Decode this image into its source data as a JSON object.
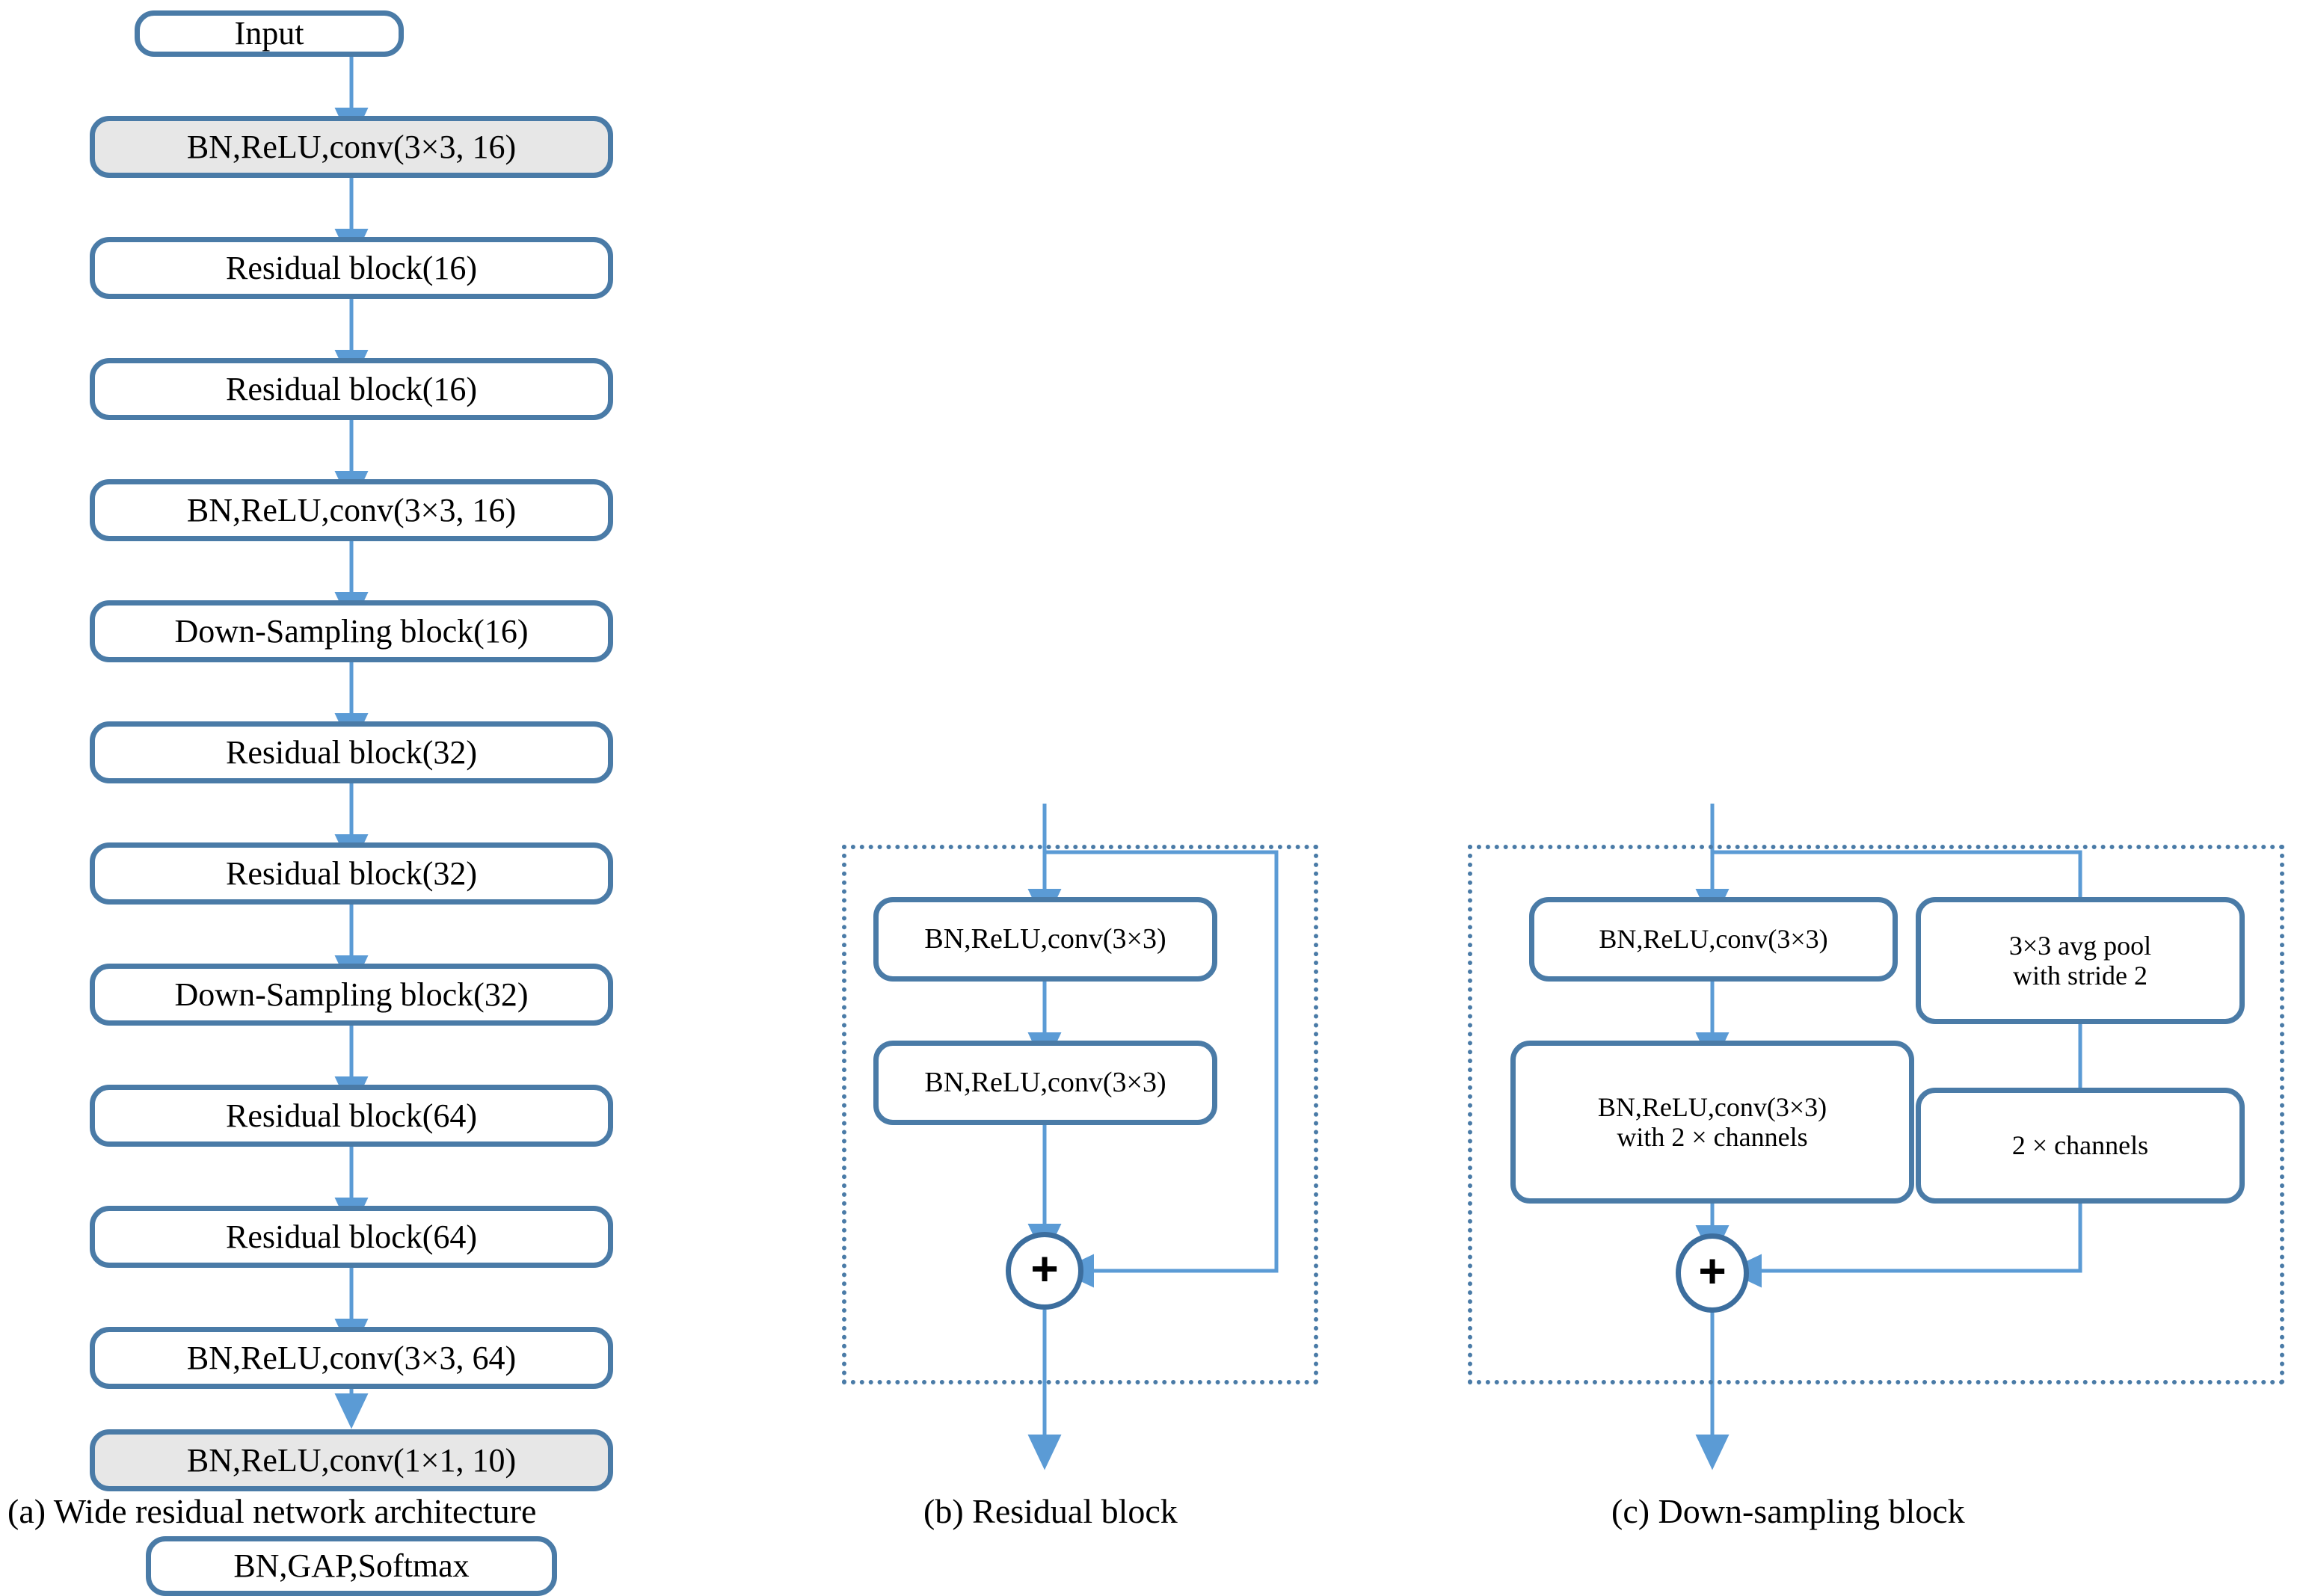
{
  "figure": {
    "title": "Wide residual network architecture diagram",
    "accent_border_color": "#4A7BA7",
    "arrow_color": "#5B9BD5",
    "shaded_fill_color": "#E7E7E7",
    "page_background": "#FFFFFF"
  },
  "panel_a": {
    "caption": "(a) Wide residual network architecture",
    "nodes": [
      {
        "label": "Input",
        "shaded": false,
        "width": "narrow"
      },
      {
        "label": "BN,ReLU,conv(3×3, 16)",
        "shaded": true,
        "width": "wide"
      },
      {
        "label": "Residual block(16)",
        "shaded": false,
        "width": "wide"
      },
      {
        "label": "Residual block(16)",
        "shaded": false,
        "width": "wide"
      },
      {
        "label": "BN,ReLU,conv(3×3, 16)",
        "shaded": false,
        "width": "wide"
      },
      {
        "label": "Down-Sampling block(16)",
        "shaded": false,
        "width": "wide"
      },
      {
        "label": "Residual block(32)",
        "shaded": false,
        "width": "wide"
      },
      {
        "label": "Residual block(32)",
        "shaded": false,
        "width": "wide"
      },
      {
        "label": "Down-Sampling block(32)",
        "shaded": false,
        "width": "wide"
      },
      {
        "label": "Residual block(64)",
        "shaded": false,
        "width": "wide"
      },
      {
        "label": "Residual block(64)",
        "shaded": false,
        "width": "wide"
      },
      {
        "label": "BN,ReLU,conv(3×3, 64)",
        "shaded": false,
        "width": "wide"
      },
      {
        "label": "BN,ReLU,conv(1×1, 10)",
        "shaded": true,
        "width": "wide"
      },
      {
        "label": "BN,GAP,Softmax",
        "shaded": false,
        "width": "narrow"
      }
    ]
  },
  "panel_b": {
    "caption": "(b) Residual block",
    "nodes": [
      {
        "label": "BN,ReLU,conv(3×3)"
      },
      {
        "label": "BN,ReLU,conv(3×3)"
      }
    ],
    "adder_symbol": "+"
  },
  "panel_c": {
    "caption": "(c) Down-sampling block",
    "left_nodes": [
      {
        "line1": "BN,ReLU,conv(3×3)",
        "line2": ""
      },
      {
        "line1": "BN,ReLU,conv(3×3)",
        "line2": "with 2 × channels"
      }
    ],
    "right_nodes": [
      {
        "line1": "3×3 avg pool",
        "line2": "with stride 2"
      },
      {
        "line1": "2 × channels",
        "line2": ""
      }
    ],
    "adder_symbol": "+"
  }
}
